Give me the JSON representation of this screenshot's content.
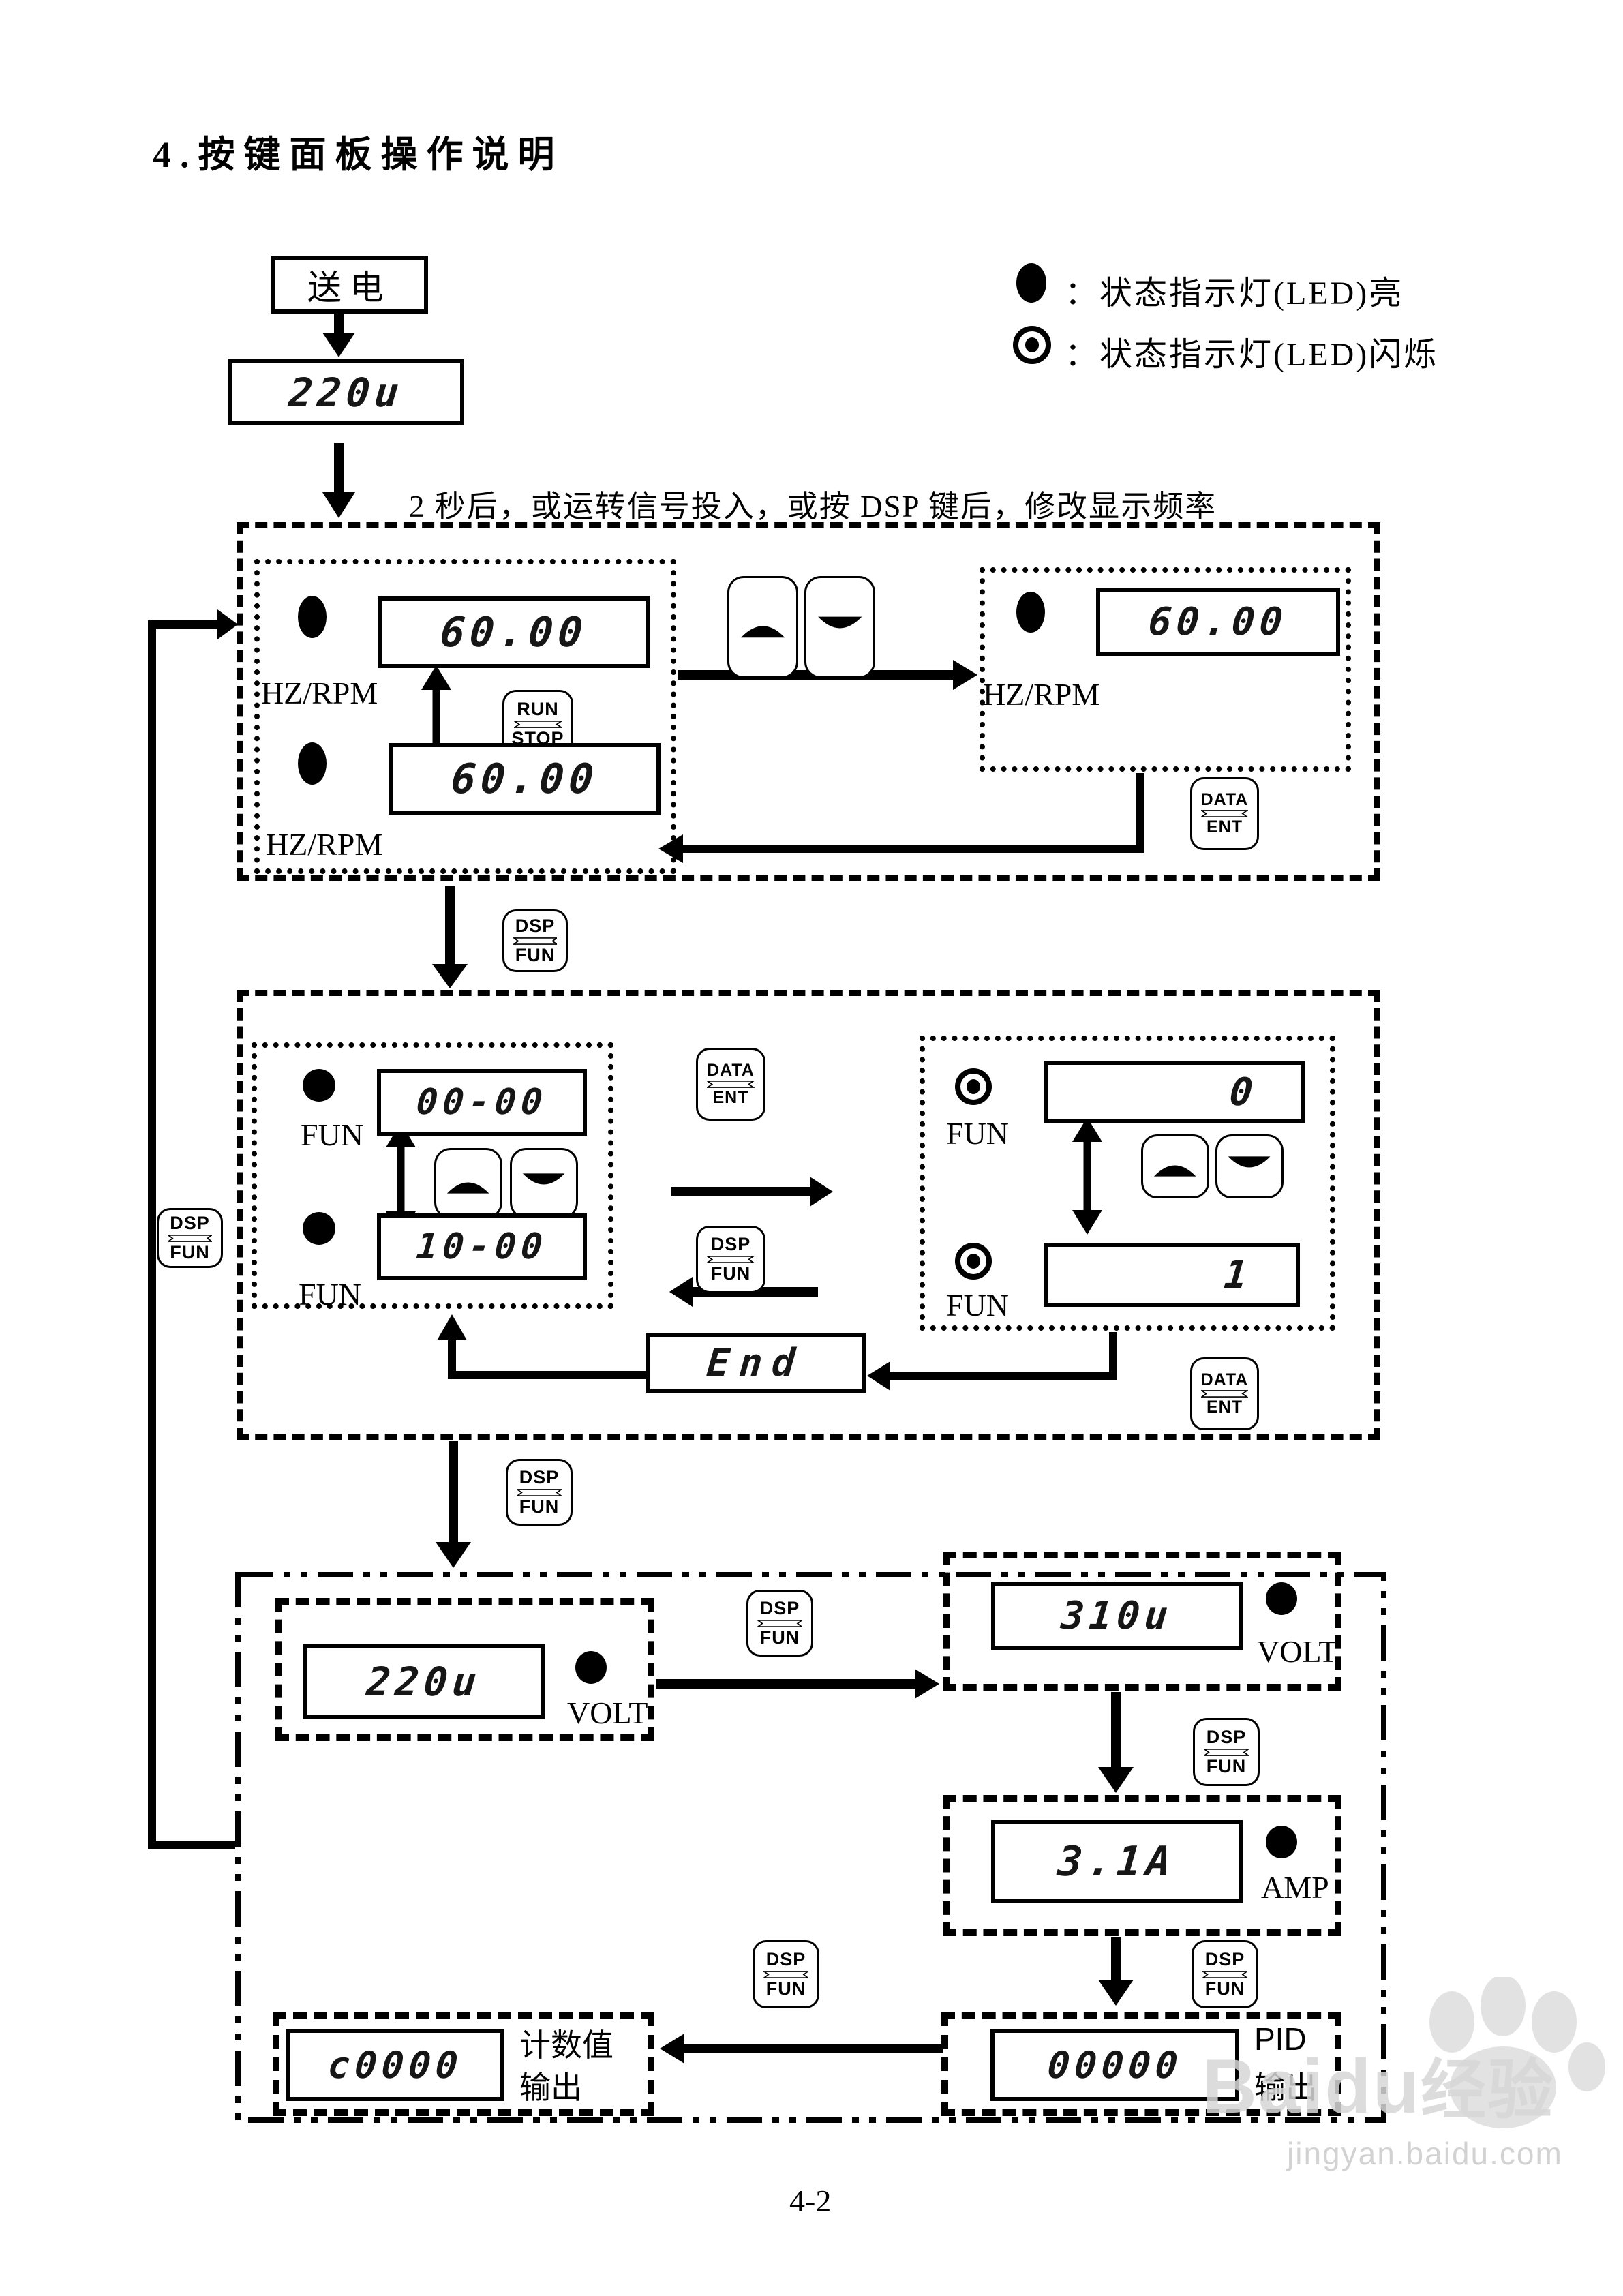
{
  "page": {
    "title": "4.按键面板操作说明",
    "footer": "4-2"
  },
  "legend": {
    "on_label": "：状态指示灯(LED)亮",
    "blink_label": "：状态指示灯(LED)闪烁"
  },
  "intro": {
    "power": "送电",
    "boot_display": "220u",
    "note": "2 秒后，或运转信号投入，或按 DSP 键后，修改显示频率"
  },
  "keys": {
    "dsp": "DSP",
    "fun": "FUN",
    "data": "DATA",
    "ent": "ENT",
    "run": "RUN",
    "stop": "STOP"
  },
  "box1": {
    "hz_label": "HZ/RPM",
    "display_stop": "60.00",
    "display_run": "60.00",
    "display_set": "60.00"
  },
  "box2": {
    "fun_label": "FUN",
    "group_first": "00-00",
    "group_last": "10-00",
    "value_first": "0",
    "value_last": "1",
    "end_display": "End"
  },
  "box3": {
    "volt_label": "VOLT",
    "amp_label": "AMP",
    "pid_label": "PID",
    "output_label": "输出",
    "counter_label": "计数值",
    "dc_bus": "220u",
    "output_volt": "310u",
    "output_current": "3.1A",
    "pid_value": "00000",
    "counter_value": "c0000"
  },
  "watermark": {
    "brand_en": "Baidu",
    "brand_cn": "经验",
    "site": "jingyan.baidu.com"
  }
}
